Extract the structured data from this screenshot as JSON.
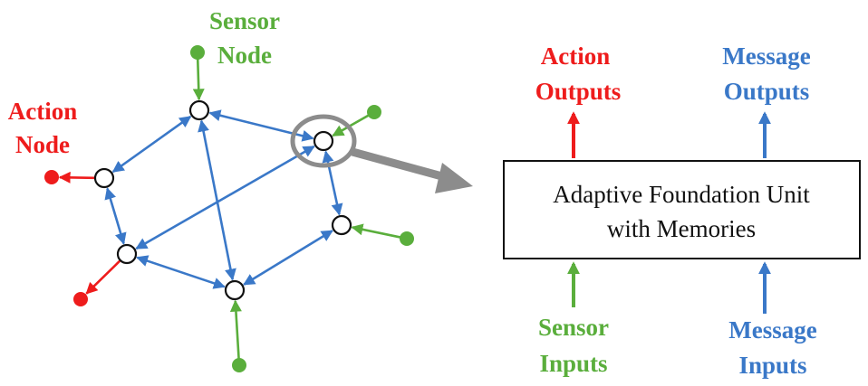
{
  "colors": {
    "action": "#ee1c1c",
    "sensor": "#5aae3c",
    "message": "#3a78c8",
    "node_stroke": "#111111",
    "magnifier": "#8c8c8c"
  },
  "network": {
    "labels": {
      "sensor_node": [
        "Sensor",
        "Node"
      ],
      "action_node": [
        "Action",
        "Node"
      ]
    },
    "nodes": [
      {
        "id": "n-top"
      },
      {
        "id": "n-left"
      },
      {
        "id": "n-right-top"
      },
      {
        "id": "n-lower-left"
      },
      {
        "id": "n-right-mid"
      },
      {
        "id": "n-bottom"
      }
    ],
    "message_edges": [
      {
        "from": "n-top",
        "to": "n-left",
        "direction": "bidirectional"
      },
      {
        "from": "n-top",
        "to": "n-right-top",
        "direction": "bidirectional"
      },
      {
        "from": "n-top",
        "to": "n-bottom",
        "direction": "bidirectional"
      },
      {
        "from": "n-left",
        "to": "n-lower-left",
        "direction": "bidirectional"
      },
      {
        "from": "n-lower-left",
        "to": "n-right-top",
        "direction": "bidirectional"
      },
      {
        "from": "n-lower-left",
        "to": "n-bottom",
        "direction": "bidirectional"
      },
      {
        "from": "n-right-top",
        "to": "n-right-mid",
        "direction": "bidirectional"
      },
      {
        "from": "n-bottom",
        "to": "n-right-mid",
        "direction": "bidirectional"
      }
    ],
    "sensor_inputs": [
      "n-top",
      "n-right-top",
      "n-right-mid",
      "n-bottom"
    ],
    "action_outputs": [
      "n-left",
      "n-lower-left"
    ],
    "magnified_node": "n-right-top"
  },
  "unit": {
    "title_lines": [
      "Adaptive Foundation Unit",
      "with Memories"
    ],
    "action_outputs": [
      "Action",
      "Outputs"
    ],
    "message_outputs": [
      "Message",
      "Outputs"
    ],
    "sensor_inputs": [
      "Sensor",
      "Inputs"
    ],
    "message_inputs": [
      "Message",
      "Inputs"
    ]
  }
}
